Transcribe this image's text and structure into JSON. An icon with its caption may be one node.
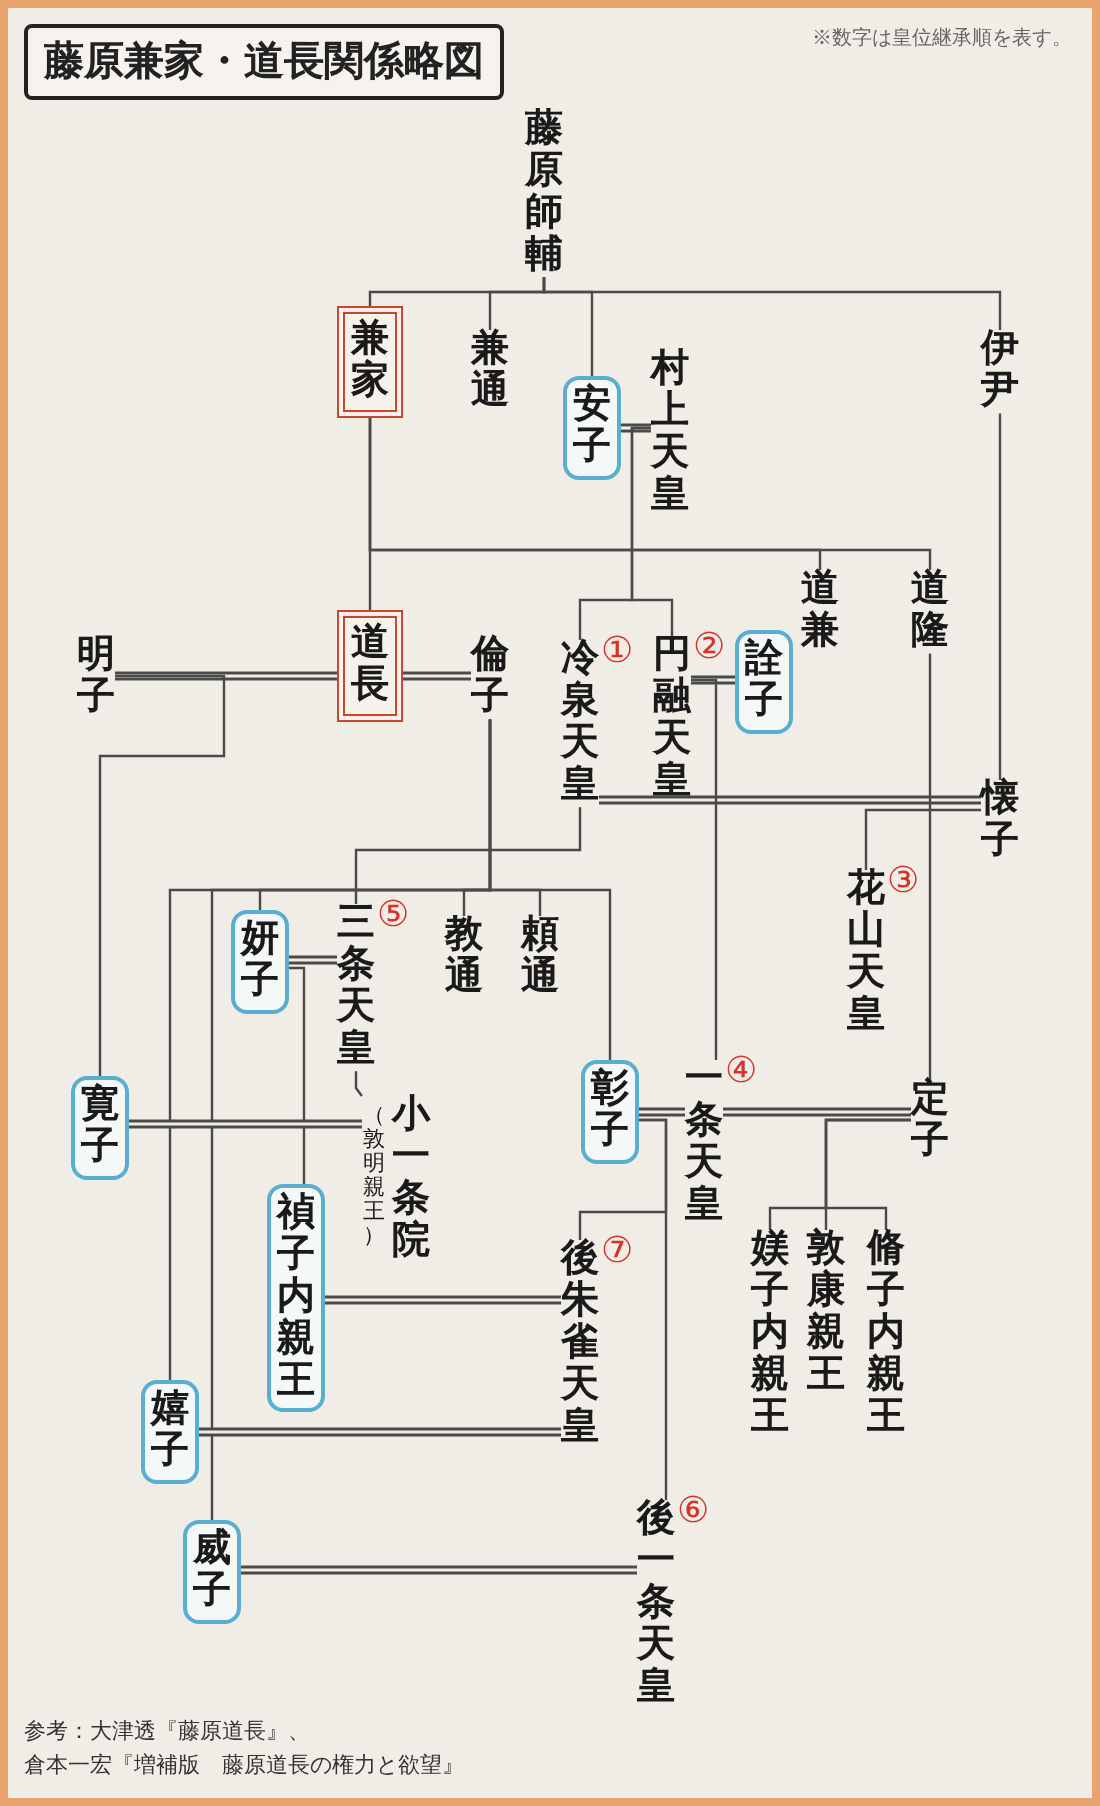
{
  "diagram": {
    "title": "藤原兼家・道長関係略図",
    "nodes": [
      {
        "text": [
          "藤原師輔"
        ]
      },
      {
        "text": [
          "兼家"
        ]
      },
      {
        "text": [
          "兼通"
        ]
      },
      {
        "text": [
          "安子"
        ]
      },
      {
        "text": [
          "村上天皇"
        ]
      },
      {
        "text": [
          "伊尹"
        ]
      },
      {
        "text": [
          "道兼"
        ]
      },
      {
        "text": [
          "道隆"
        ]
      },
      {
        "text": [
          "明子"
        ]
      },
      {
        "text": [
          "道長"
        ]
      },
      {
        "text": [
          "倫子"
        ]
      },
      {
        "text": [
          "冷泉天皇"
        ],
        "beside": [
          "①"
        ]
      },
      {
        "text": [
          "円融天皇"
        ],
        "beside": [
          "②"
        ]
      },
      {
        "text": [
          "詮子"
        ]
      },
      {
        "text": [
          "懐子"
        ]
      },
      {
        "text": [
          "花山天皇"
        ],
        "beside": [
          "③"
        ]
      },
      {
        "text": [
          "妍子"
        ]
      },
      {
        "text": [
          "三条天皇"
        ],
        "beside": [
          "⑤"
        ]
      },
      {
        "text": [
          "教通"
        ]
      },
      {
        "text": [
          "頼通"
        ]
      },
      {
        "text": [
          "寛子"
        ]
      },
      {
        "text": [
          "（敦明親王）",
          "小一条院"
        ]
      },
      {
        "text": [
          "彰子"
        ]
      },
      {
        "text": [
          "一条天皇"
        ],
        "beside": [
          "④"
        ]
      },
      {
        "text": [
          "定子"
        ]
      },
      {
        "text": [
          "禎子内親王"
        ]
      },
      {
        "text": [
          "後朱雀天皇"
        ],
        "beside": [
          "⑦"
        ]
      },
      {
        "text": [
          "媄子内親王"
        ]
      },
      {
        "text": [
          "敦康親王"
        ]
      },
      {
        "text": [
          "脩子内親王"
        ]
      },
      {
        "text": [
          "嬉子"
        ]
      },
      {
        "text": [
          "威子"
        ]
      },
      {
        "text": [
          "後一条天皇"
        ],
        "beside": [
          "⑥"
        ]
      }
    ],
    "edges": [
      {
        "from": 0,
        "to": 1,
        "arrow": "none"
      },
      {
        "from": 0,
        "to": 2,
        "arrow": "none"
      },
      {
        "from": 0,
        "to": 3,
        "arrow": "none"
      },
      {
        "from": 0,
        "to": 5,
        "arrow": "none"
      },
      {
        "from": 3,
        "to": 4,
        "arrow": "none",
        "style": "thick"
      },
      {
        "from": 4,
        "to": 11,
        "arrow": "none"
      },
      {
        "from": 4,
        "to": 12,
        "arrow": "none"
      },
      {
        "from": 1,
        "to": 9,
        "arrow": "none"
      },
      {
        "from": 1,
        "to": 6,
        "arrow": "none"
      },
      {
        "from": 1,
        "to": 7,
        "arrow": "none"
      },
      {
        "from": 8,
        "to": 9,
        "arrow": "none",
        "style": "thick"
      },
      {
        "from": 9,
        "to": 10,
        "arrow": "none",
        "style": "thick"
      },
      {
        "from": 11,
        "to": 14,
        "arrow": "none",
        "style": "thick"
      },
      {
        "from": 12,
        "to": 13,
        "arrow": "none",
        "style": "thick"
      },
      {
        "from": 5,
        "to": 14,
        "arrow": "none"
      },
      {
        "from": 7,
        "to": 24,
        "arrow": "none"
      },
      {
        "from": 14,
        "to": 15,
        "arrow": "none"
      },
      {
        "from": 11,
        "to": 17,
        "arrow": "none"
      },
      {
        "from": 10,
        "to": 16,
        "arrow": "none"
      },
      {
        "from": 10,
        "to": 18,
        "arrow": "none"
      },
      {
        "from": 10,
        "to": 19,
        "arrow": "none"
      },
      {
        "from": 10,
        "to": 22,
        "arrow": "none"
      },
      {
        "from": 10,
        "to": 30,
        "arrow": "none"
      },
      {
        "from": 10,
        "to": 31,
        "arrow": "none"
      },
      {
        "from": 8,
        "to": 20,
        "arrow": "none"
      },
      {
        "from": 16,
        "to": 17,
        "arrow": "none",
        "style": "thick"
      },
      {
        "from": 16,
        "to": 25,
        "arrow": "none"
      },
      {
        "from": 20,
        "to": 21,
        "arrow": "none",
        "style": "thick"
      },
      {
        "from": 17,
        "to": 21,
        "arrow": "none"
      },
      {
        "from": 12,
        "to": 23,
        "arrow": "none"
      },
      {
        "from": 22,
        "to": 23,
        "arrow": "none",
        "style": "thick"
      },
      {
        "from": 23,
        "to": 24,
        "arrow": "none",
        "style": "thick"
      },
      {
        "from": 22,
        "to": 26,
        "arrow": "none"
      },
      {
        "from": 22,
        "to": 32,
        "arrow": "none"
      },
      {
        "from": 24,
        "to": 27,
        "arrow": "none"
      },
      {
        "from": 24,
        "to": 28,
        "arrow": "none"
      },
      {
        "from": 24,
        "to": 29,
        "arrow": "none"
      },
      {
        "from": 25,
        "to": 26,
        "arrow": "none",
        "style": "thick"
      },
      {
        "from": 30,
        "to": 26,
        "arrow": "none",
        "style": "thick"
      },
      {
        "from": 31,
        "to": 32,
        "arrow": "none",
        "style": "thick"
      }
    ],
    "labels": [
      "※数字は皇位継承順を表す。",
      "参考：大津透『藤原道長』、",
      "倉本一宏『増補版　藤原道長の権力と欲望』"
    ]
  }
}
